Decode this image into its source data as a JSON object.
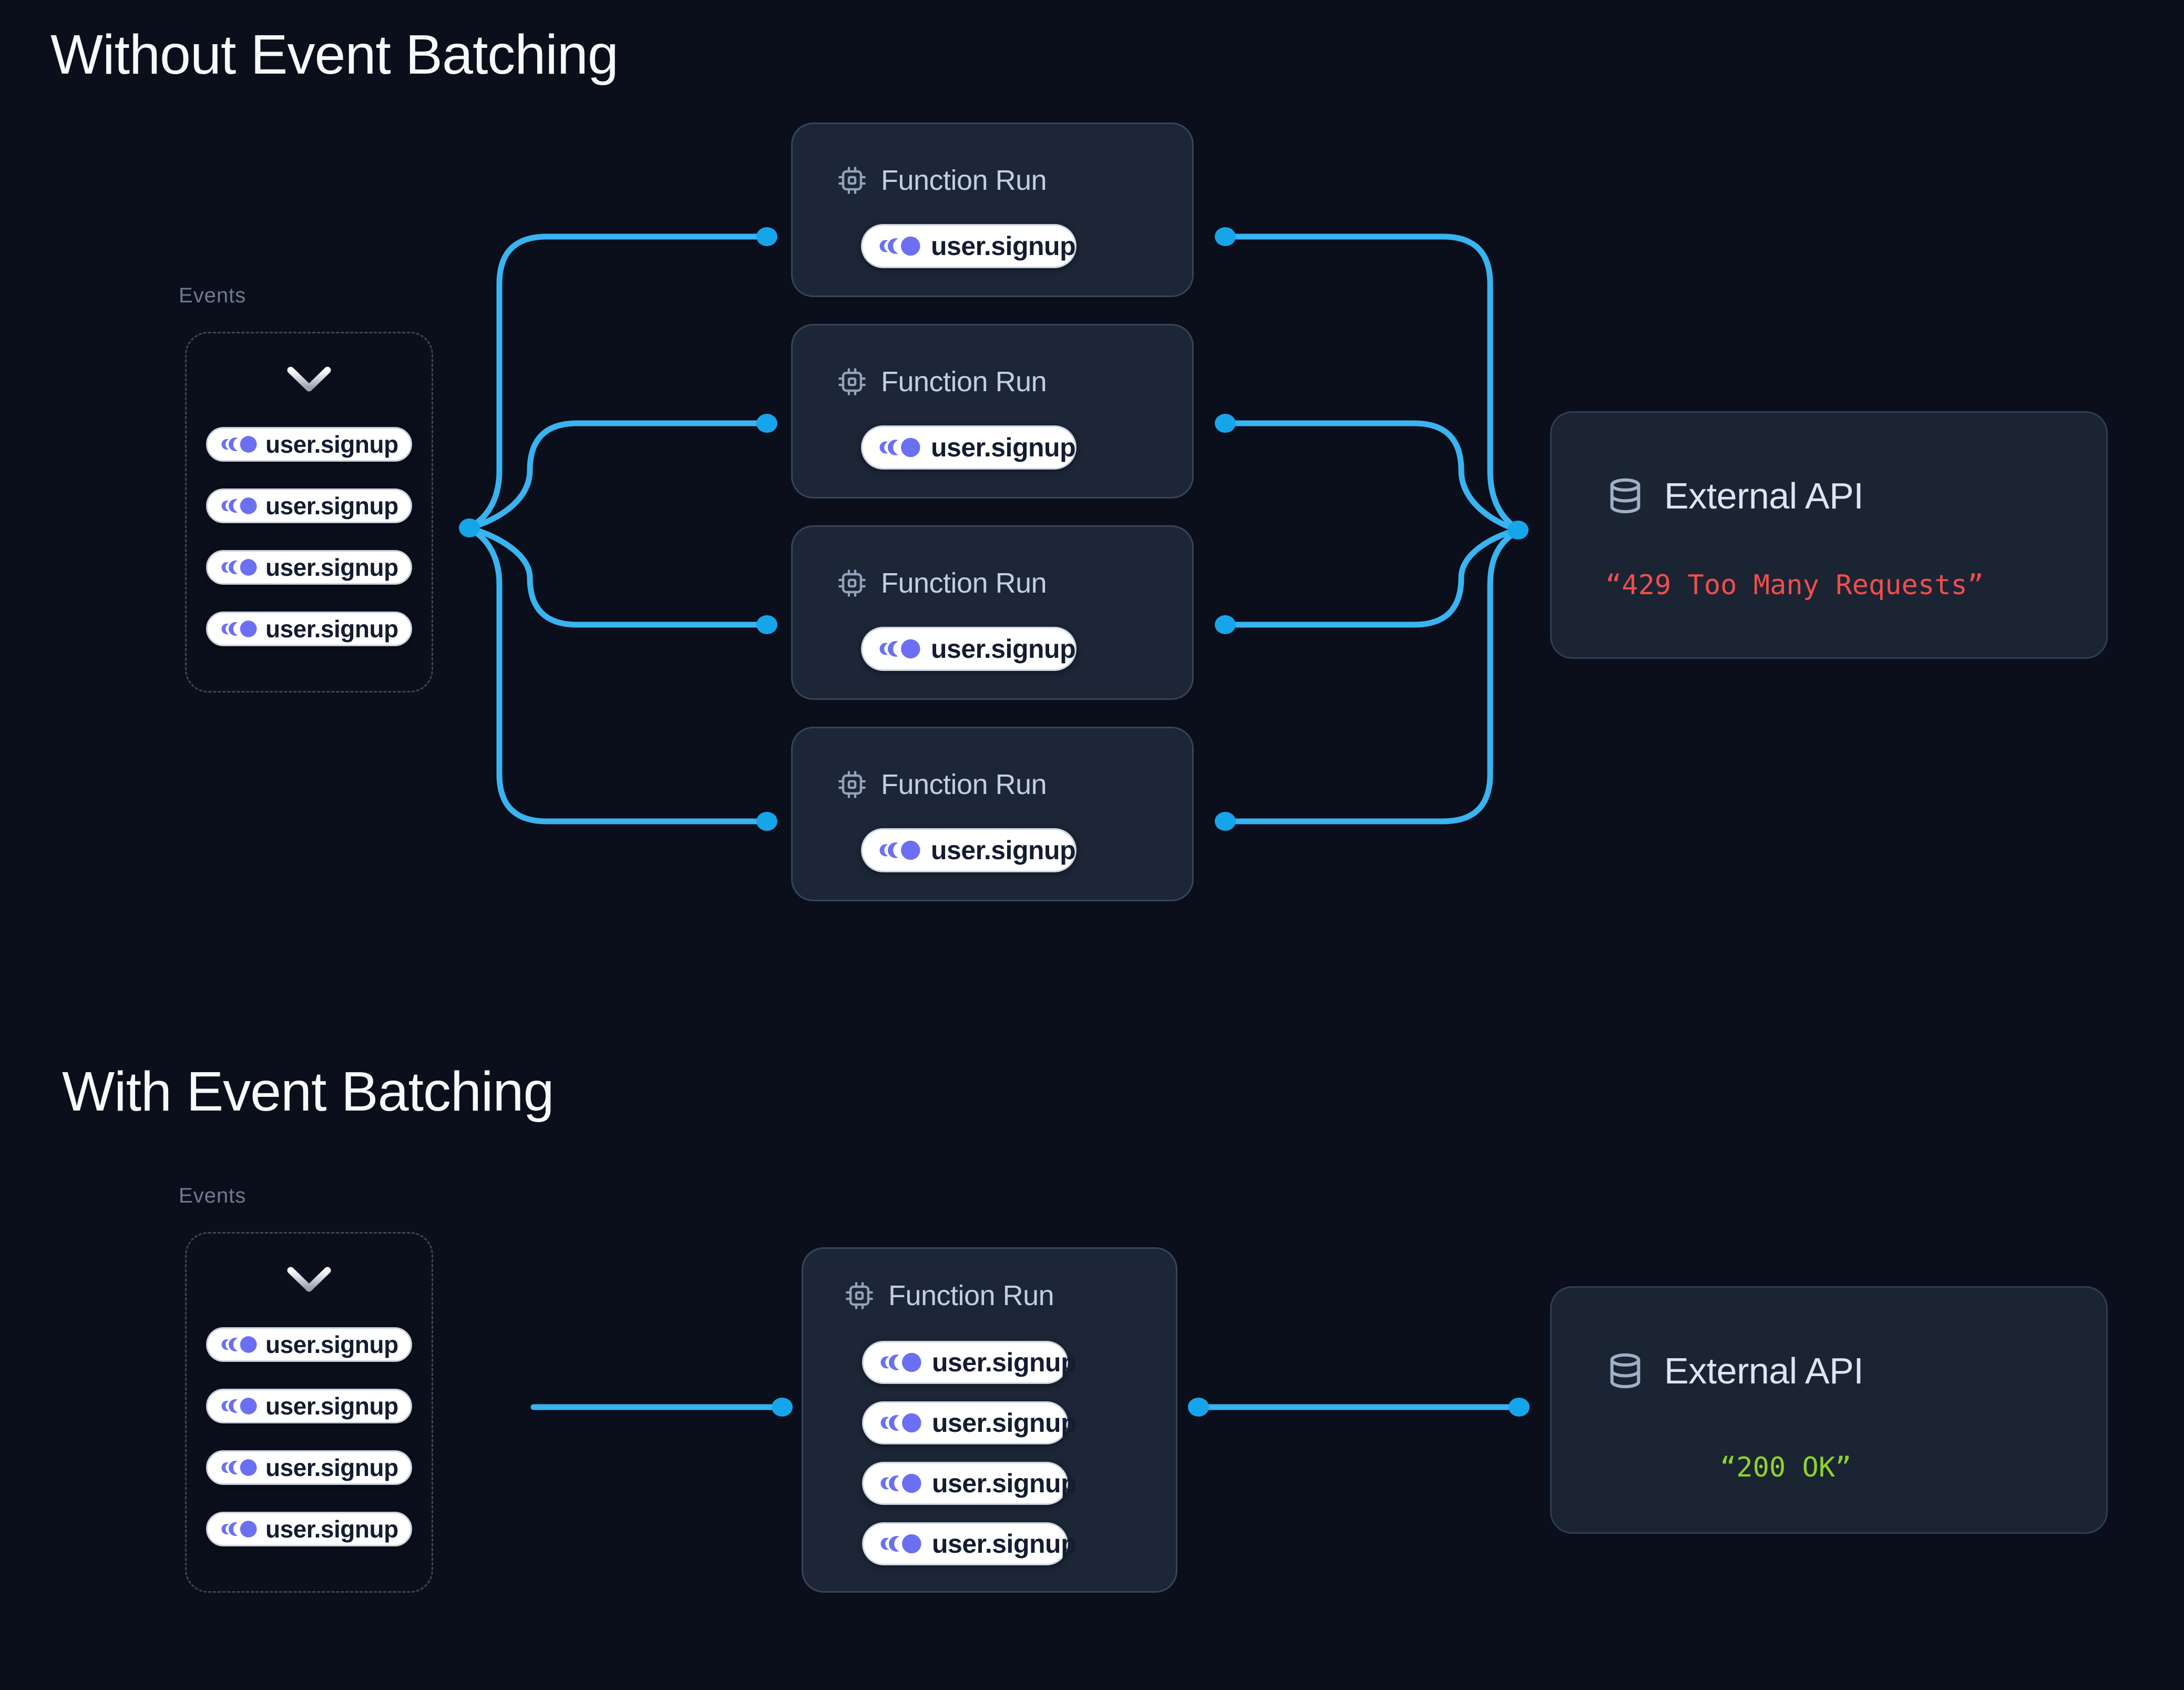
{
  "palette": {
    "background": "#0a0f1b",
    "wire_blue": "#3ab3f1",
    "node_blue": "#17a5e9",
    "event_icon_indigo": "#6b70f2",
    "error_red": "#ef4e4e",
    "success_green": "#8fd32a"
  },
  "sections": [
    {
      "title": "Without Event Batching",
      "events": {
        "label": "Events",
        "pills": [
          "user.signup",
          "user.signup",
          "user.signup",
          "user.signup"
        ]
      },
      "function_runs": [
        {
          "title": "Function Run",
          "pills": [
            "user.signup"
          ]
        },
        {
          "title": "Function Run",
          "pills": [
            "user.signup"
          ]
        },
        {
          "title": "Function Run",
          "pills": [
            "user.signup"
          ]
        },
        {
          "title": "Function Run",
          "pills": [
            "user.signup"
          ]
        }
      ],
      "external_api": {
        "title": "External API",
        "status": "“429 Too Many Requests”",
        "status_color": "#ef4e4e"
      }
    },
    {
      "title": "With Event Batching",
      "events": {
        "label": "Events",
        "pills": [
          "user.signup",
          "user.signup",
          "user.signup",
          "user.signup"
        ]
      },
      "function_runs": [
        {
          "title": "Function Run",
          "pills": [
            "user.signup",
            "user.signup",
            "user.signup",
            "user.signup"
          ]
        }
      ],
      "external_api": {
        "title": "External API",
        "status": "“200 OK”",
        "status_color": "#8fd32a"
      }
    }
  ]
}
